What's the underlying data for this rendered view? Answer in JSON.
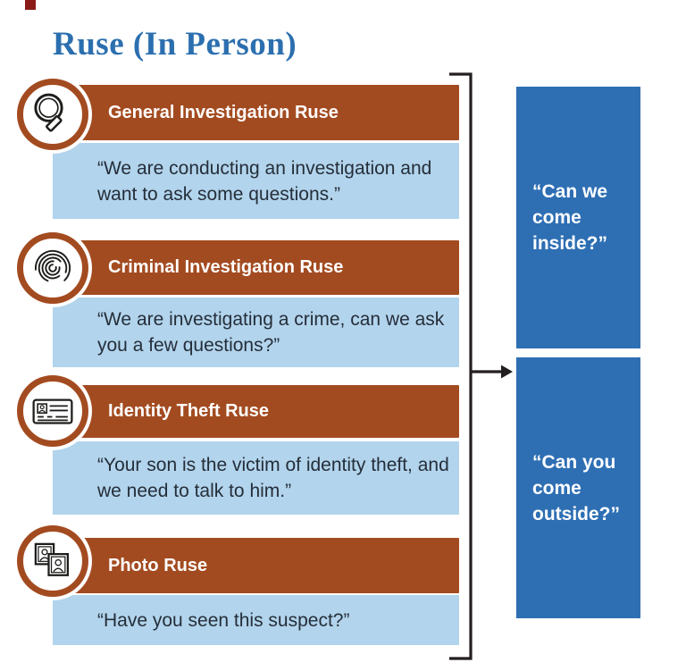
{
  "title": "Ruse (In Person)",
  "rows": [
    {
      "icon": "magnifier-icon",
      "header": "General Investigation Ruse",
      "quote": "“We are conducting an investigation and want to ask some questions.”"
    },
    {
      "icon": "fingerprint-icon",
      "header": "Criminal Investigation Ruse",
      "quote": "“We are investigating a crime, can we ask you a few questions?”"
    },
    {
      "icon": "id-card-icon",
      "header": "Identity Theft Ruse",
      "quote": "“Your son is the victim of identity theft, and we need to talk to him.”"
    },
    {
      "icon": "photos-icon",
      "header": "Photo Ruse",
      "quote": "“Have you seen this suspect?”"
    }
  ],
  "outcomes": [
    {
      "label": "“Can we come inside?”"
    },
    {
      "label": "“Can you come outside?”"
    }
  ],
  "colors": {
    "rust": "#A34B20",
    "light_blue": "#B2D4EC",
    "deep_blue": "#2E6FB4",
    "title_blue": "#2C6FAF",
    "text_dark": "#252E3A",
    "bracket": "#231F20"
  }
}
